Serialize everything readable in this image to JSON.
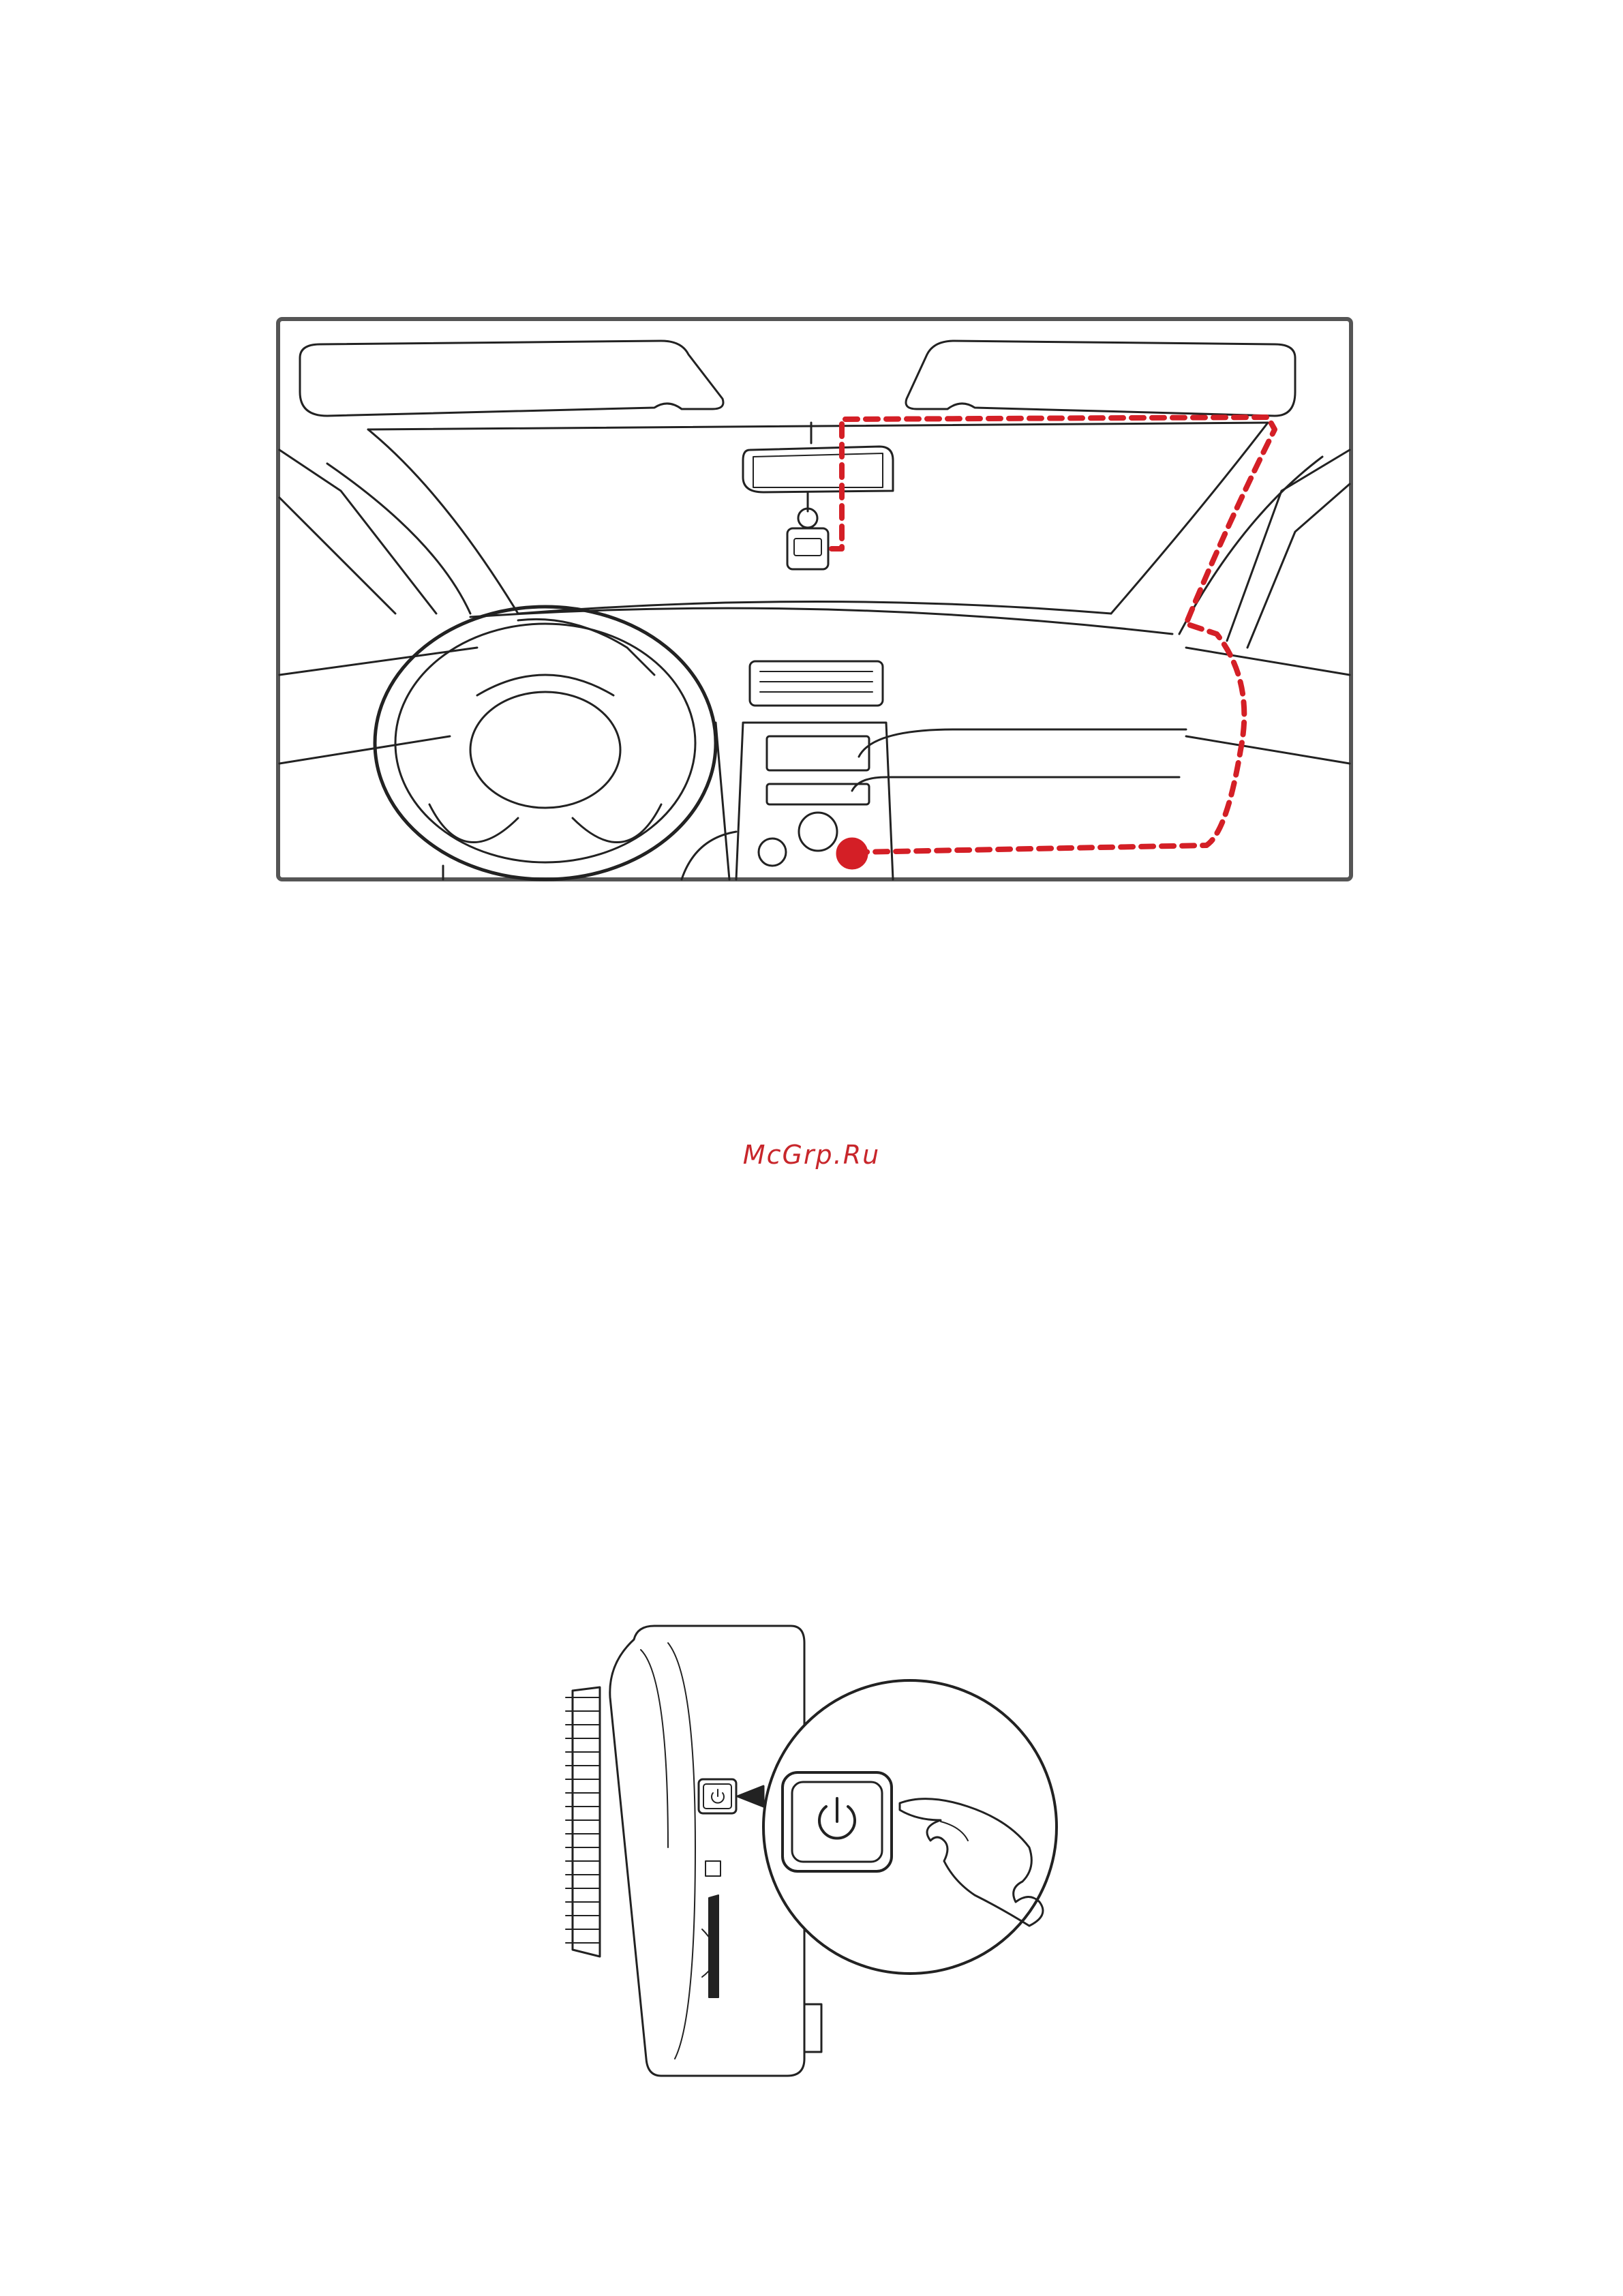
{
  "page": {
    "background": "#ffffff"
  },
  "watermark": {
    "text": "McGrp.Ru",
    "color": "#c8262b"
  },
  "figures": {
    "car_installation": {
      "icon": "car-interior-cable-routing-illustration",
      "cable_color": "#d41f26"
    },
    "power_button": {
      "icon": "dashcam-side-power-button-illustration",
      "symbol": "power-icon"
    }
  }
}
